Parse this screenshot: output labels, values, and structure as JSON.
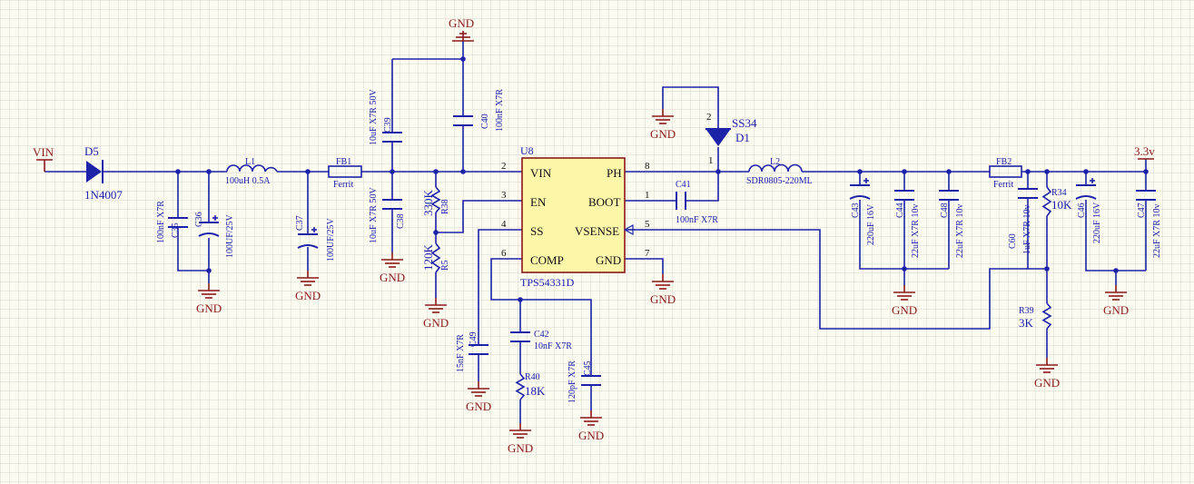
{
  "net": {
    "vin": "VIN",
    "vout": "3.3v",
    "gnd": "GND"
  },
  "ic": {
    "ref": "U8",
    "part": "TPS54331D",
    "pins": [
      {
        "num": "2",
        "name": "VIN"
      },
      {
        "num": "3",
        "name": "EN"
      },
      {
        "num": "4",
        "name": "SS"
      },
      {
        "num": "6",
        "name": "COMP"
      },
      {
        "num": "8",
        "name": "PH"
      },
      {
        "num": "1",
        "name": "BOOT"
      },
      {
        "num": "5",
        "name": "VSENSE"
      },
      {
        "num": "7",
        "name": "GND"
      }
    ]
  },
  "parts": {
    "d5": {
      "ref": "D5",
      "value": "1N4007"
    },
    "c35": {
      "ref": "C35",
      "value": "100nF X7R"
    },
    "c36": {
      "ref": "C36",
      "value": "100UF/25V"
    },
    "l1": {
      "ref": "L1",
      "value": "100uH 0.5A"
    },
    "c37": {
      "ref": "C37",
      "value": "100UF/25V"
    },
    "fb1": {
      "ref": "FB1",
      "value": "Ferrit"
    },
    "c38": {
      "ref": "C38",
      "value": "10uF X7R 50V"
    },
    "c39": {
      "ref": "C39",
      "value": "10uF X7R 50V"
    },
    "c40": {
      "ref": "C40",
      "value": "100nF X7R"
    },
    "r38": {
      "ref": "R38",
      "value": "330K"
    },
    "r5": {
      "ref": "R5",
      "value": "120K"
    },
    "c49": {
      "ref": "C49",
      "value": "15nF X7R"
    },
    "c42": {
      "ref": "C42",
      "value": "10nF X7R"
    },
    "r40": {
      "ref": "R40",
      "value": "18K"
    },
    "c45": {
      "ref": "C45",
      "value": "120pF X7R"
    },
    "d1": {
      "ref": "D1",
      "value": "SS34",
      "pin_a": "1",
      "pin_k": "2"
    },
    "c41": {
      "ref": "C41",
      "value": "100nF X7R"
    },
    "l2": {
      "ref": "L2",
      "value": "SDR0805-220ML"
    },
    "c43": {
      "ref": "C43",
      "value": "220uF 16V"
    },
    "c44": {
      "ref": "C44",
      "value": "22uF X7R 10v"
    },
    "c48": {
      "ref": "C48",
      "value": "22uF X7R 10v"
    },
    "fb2": {
      "ref": "FB2",
      "value": "Ferrit"
    },
    "c60": {
      "ref": "C60",
      "value": "1uF X7R 10v"
    },
    "r34": {
      "ref": "R34",
      "value": "10K"
    },
    "r39": {
      "ref": "R39",
      "value": "3K"
    },
    "c46": {
      "ref": "C46",
      "value": "220uF 16V"
    },
    "c47": {
      "ref": "C47",
      "value": "22uF X7R 10v"
    }
  },
  "colors": {
    "wire": "#1c23a8",
    "part": "#8b1a1a",
    "ic_fill": "#fbf6a8",
    "grid": "#dcdcd0"
  }
}
